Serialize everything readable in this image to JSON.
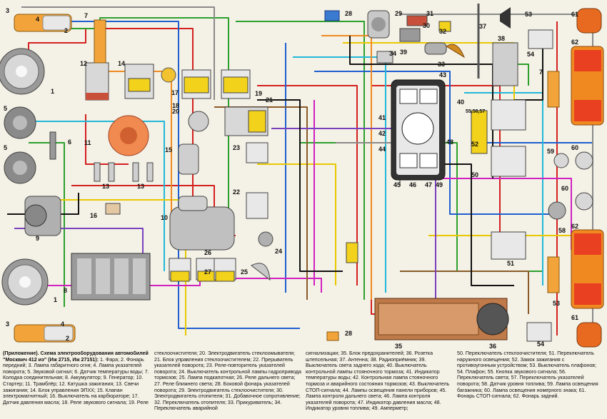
{
  "labels": {
    "c1": "1",
    "c2": "2",
    "c3": "3",
    "c4": "4",
    "c5": "5",
    "c5b": "5",
    "c6": "6",
    "c7": "7",
    "c7b": "7",
    "c8": "8",
    "c9": "9",
    "c10": "10",
    "c11": "11",
    "c12": "12",
    "c13": "13",
    "c13b": "13",
    "c14": "14",
    "c15": "15",
    "c16": "16",
    "c17": "17",
    "c18": "18",
    "c19": "19",
    "c20": "20",
    "c21": "21",
    "c22": "22",
    "c23": "23",
    "c24": "24",
    "c25": "25",
    "c26": "26",
    "c27": "27",
    "c28": "28",
    "c28b": "28",
    "c29": "29",
    "c30": "30",
    "c31": "31",
    "c32": "32",
    "c33": "33",
    "c34": "34",
    "c35": "35",
    "c36": "36",
    "c37": "37",
    "c38": "38",
    "c39": "39",
    "c40": "40",
    "c41": "41",
    "c42": "42",
    "c43": "43",
    "c44": "44",
    "c45": "45",
    "c46": "46",
    "c47": "47",
    "c48": "48",
    "c49": "49",
    "c50": "50",
    "c51": "51",
    "c52": "52",
    "c53": "53",
    "c53b": "53",
    "c54": "54",
    "c54b": "54",
    "c55": "55,56,57",
    "c58": "58",
    "c59": "59",
    "c60": "60",
    "c60b": "60",
    "c61": "61",
    "c61b": "61",
    "c62": "62",
    "c62b": "62",
    "c3b": "3",
    "c4b": "4",
    "c1b": "1",
    "c2b": "2"
  },
  "legend": {
    "col1_title": "(Приложение). Схема электрооборудования автомобилей \"Москвич 412 иэ\" (Иж 2715, Иж 27151):",
    "col1_text": " 1. Фара; 2. Фонарь передний; 3. Лампа габаритного огня; 4. Лампа указателей поворота; 5. Звуковой сигнал; 6. Датчик температуры воды; 7. Колодка соединительная; 8. Аккумулятор; 9. Генератор; 10. Стартер; 11. Трамблёр; 12. Катушка зажигания; 13. Свечи зажигания; 14. Блок управления ЭПХХ; 15. Клапан электромагнитный; 16. Выключатель на карбюраторе; 17. Датчик давления масла; 18. Реле звукового сигнала; 19. Реле",
    "col2_text": "стеклоочистителя; 20. Электродвигатель стеклоомывателя; 21. Блок управления стеклоочистителем; 22. Прерыватель указателей поворота; 23. Реле-повторитель указателей поворота; 24. Выключатель контрольной лампы гидропривода тормозов; 25. Лампа подкапотная; 26. Реле дальнего света; 27. Реле ближнего света; 28. Боковой фонарь указателей поворота; 29. Электродвигатель стеклоочистителя; 30. Электродвигатель отопителя; 31. Добавочное сопротивление; 32. Переключатель отопителя; 33. Прикуриватель; 34. Переключатель аварийной",
    "col3_text": "сигнализации; 35. Блок предохранителей; 36. Розетка штепсельная; 37. Антенна; 38. Радиоприёмник; 39. Выключатель света заднего хода; 40. Выключатель контрольной лампы стояночного тормоза; 41. Индикатор температуры воды; 42. Контрольная лампа стояночного тормоза и аварийного состояния тормозов; 43. Выключатель СТОП-сигнала; 44. Лампы освещения панели приборов; 45. Лампа контроля дальнего света; 46. Лампа контроля указателей поворота; 47. Индикатор давления масла; 48. Индикатор уровня топлива; 49. Амперметр;",
    "col4_text": "50. Переключатель стеклоочистителя; 51. Переключатель наружного освещения; 52. Замок зажигания с противоугонным устройством; 53. Выключатель плафонов; 54. Плафон; 55. Кнопка звукового сигнала; 56. Переключатель света; 57. Переключатель указателей поворота; 58. Датчик уровня топлива; 59. Лампа освещения багажника; 60. Лампа освещения номерного знака; 61. Фонарь СТОП-сигнала; 62. Фонарь задний."
  }
}
